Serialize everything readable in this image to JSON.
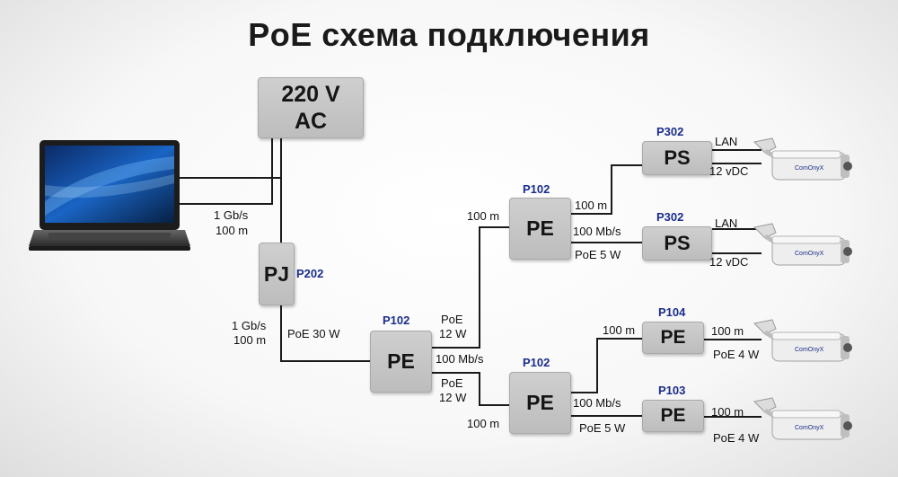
{
  "title": "PoE схема подключения",
  "power": {
    "line1": "220 V",
    "line2": "AC"
  },
  "devices": {
    "pj": "PJ",
    "pe_main": "PE",
    "pe_top": "PE",
    "pe_bottom": "PE",
    "ps1": "PS",
    "ps2": "PS",
    "pe_cam3": "PE",
    "pe_cam4": "PE"
  },
  "models": {
    "pj": "P202",
    "pe_main": "P102",
    "pe_top": "P102",
    "pe_bottom": "P102",
    "ps1": "P302",
    "ps2": "P302",
    "pe_cam3": "P104",
    "pe_cam4": "P103"
  },
  "labels": {
    "laptop_link": [
      "1 Gb/s",
      "100 m"
    ],
    "pj_down": [
      "1 Gb/s",
      "100 m"
    ],
    "pj_poe": "PoE 30 W",
    "main_up": [
      "PoE",
      "12 W"
    ],
    "main_mid": "100 Mb/s",
    "main_down": [
      "PoE",
      "12 W"
    ],
    "top_in": "100 m",
    "bottom_in": "100 m",
    "top_100m": "100 m",
    "top_mbps": "100 Mb/s",
    "top_poe": "PoE 5 W",
    "ps1_lan": "LAN",
    "ps1_vdc": "12 vDC",
    "ps2_lan": "LAN",
    "ps2_vdc": "12 vDC",
    "bot_100m": "100 m",
    "bot_mbps": "100 Mb/s",
    "bot_poe": "PoE 5 W",
    "cam3_dist": "100 m",
    "cam3_poe": "PoE 4 W",
    "cam4_dist": "100 m",
    "cam4_poe": "PoE 4 W"
  },
  "colors": {
    "box": "#c6c6c6",
    "model_text": "#1b2d8a",
    "wire": "#1a1a1a"
  }
}
